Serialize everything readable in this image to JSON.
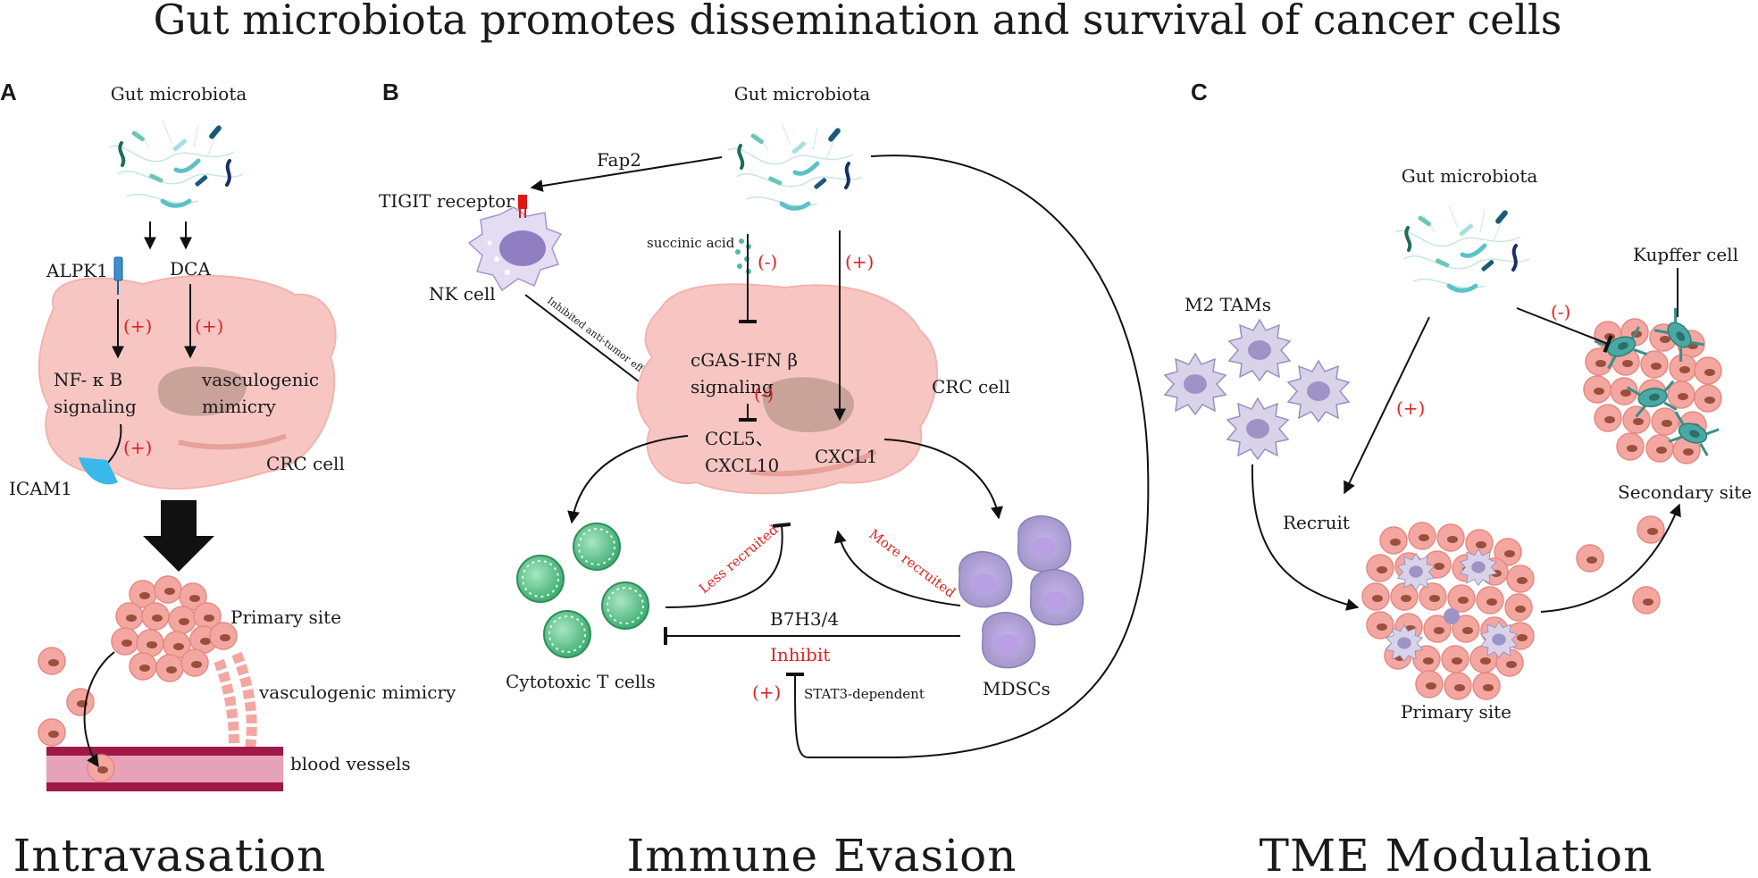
{
  "title": "Gut microbiota promotes dissemination and survival of cancer cells",
  "panels": {
    "a": {
      "letter": "A",
      "microbiota": "Gut microbiota",
      "alpk1": "ALPK1",
      "dca": "DCA",
      "plus1": "(+)",
      "plus2": "(+)",
      "plus3": "(+)",
      "nfkb_line1": "NF- κ B",
      "nfkb_line2": "signaling",
      "vm_line1": "vasculogenic",
      "vm_line2": "mimicry",
      "icam1": "ICAM1",
      "crc_cell": "CRC cell",
      "primary_site": "Primary site",
      "vasculogenic_mimicry": "vasculogenic mimicry",
      "blood_vessels": "blood vessels",
      "footer": "Intravasation"
    },
    "b": {
      "letter": "B",
      "microbiota": "Gut microbiota",
      "fap2": "Fap2",
      "tigit": "TIGIT receptor",
      "nk_cell": "NK cell",
      "inhibited": "Inhibited anti-tumor effect",
      "succinic": "succinic acid",
      "minus1": "(-)",
      "plus1": "(+)",
      "cgas_line1": "cGAS-IFN β",
      "cgas_line2": "signaling",
      "minus2": "(-)",
      "ccl5_line1": "CCL5、",
      "ccl5_line2": "CXCL10",
      "cxcl1": "CXCL1",
      "crc_cell": "CRC cell",
      "less_recruited": "Less recruited",
      "more_recruited": "More recruited",
      "b7h3": "B7H3/4",
      "inhibit": "Inhibit",
      "cytotoxic": "Cytotoxic T cells",
      "mdscs": "MDSCs",
      "plus2": "(+)",
      "stat3": "STAT3-dependent",
      "footer": "Immune Evasion"
    },
    "c": {
      "letter": "C",
      "microbiota": "Gut microbiota",
      "kupffer": "Kupffer cell",
      "m2": "M2 TAMs",
      "minus": "(-)",
      "plus": "(+)",
      "recruit": "Recruit",
      "secondary": "Secondary site",
      "primary": "Primary site",
      "footer": "TME Modulation"
    }
  },
  "colors": {
    "crc_cell": "#f7c6c3",
    "nucleus": "#c9a29a",
    "tumor_cell": "#f4a7a0",
    "tumor_nucleus": "#9a4f3c",
    "t_cell": "#5cc48a",
    "mdsc": "#a99ad0",
    "kupffer": "#4aa9a4",
    "vessel": "#a01848",
    "vessel_light": "#e5a2b8",
    "icam": "#3bb8ea",
    "plus_minus": "#e02020"
  }
}
